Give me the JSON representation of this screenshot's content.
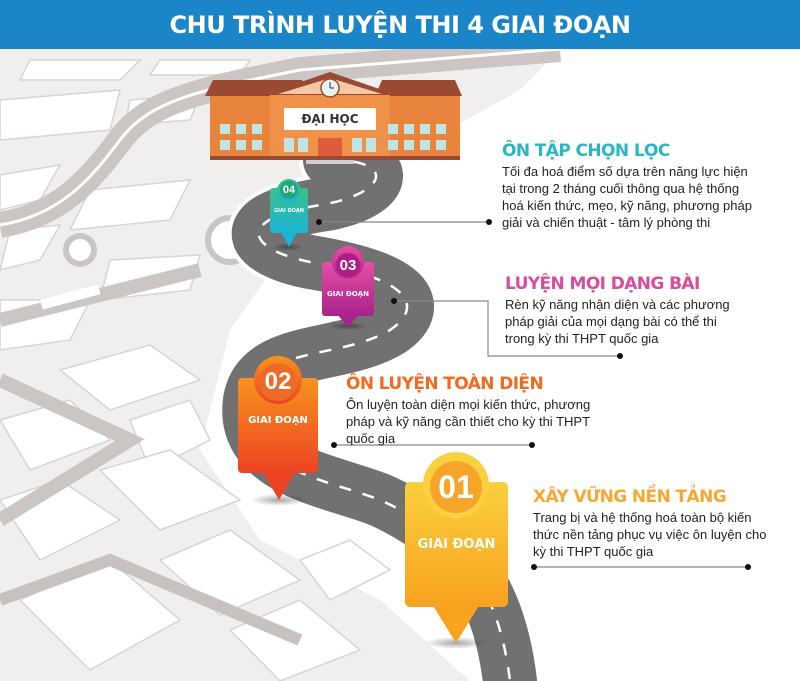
{
  "header": {
    "title": "CHU TRÌNH LUYỆN THI 4 GIAI ĐOẠN",
    "background": "#1a86c9"
  },
  "building": {
    "sign": "ĐẠI HỌC"
  },
  "pins": [
    {
      "number": "04",
      "label": "GIAI ĐOẠN",
      "color_top": "#3cc08a",
      "color_bottom": "#19b5d6"
    },
    {
      "number": "03",
      "label": "GIAI ĐOẠN",
      "color_top": "#e64fa3",
      "color_bottom": "#a8238e"
    },
    {
      "number": "02",
      "label": "GIAI ĐOẠN",
      "color_top": "#f7931e",
      "color_bottom": "#ee4323"
    },
    {
      "number": "01",
      "label": "GIAI ĐOẠN",
      "color_top": "#f9d03f",
      "color_bottom": "#f9a21f"
    }
  ],
  "steps": [
    {
      "title": "ÔN TẬP CHỌN LỌC",
      "color": "#2bb5c8",
      "lines": [
        "Tối đa hoá điểm số dựa trên năng lực hiện",
        "tại trong 2 tháng cuối thông qua hệ thống",
        "hoá kiến thức, mẹo, kỹ năng, phương pháp",
        "giải và chiến thuật - tâm lý phòng thi"
      ]
    },
    {
      "title": "LUYỆN MỌI DẠNG BÀI",
      "color": "#d84b9f",
      "lines": [
        "Rèn kỹ năng nhận diện và các phương",
        "pháp giải của mọi dạng bài có thể thi",
        "trong kỳ thi THPT quốc gia"
      ]
    },
    {
      "title": "ÔN LUYỆN TOÀN DIỆN",
      "color": "#f26a21",
      "lines": [
        "Ôn luyện toàn diện mọi kiến thức, phương",
        "pháp và kỹ năng cần thiết cho kỳ thi THPT",
        "quốc gia"
      ]
    },
    {
      "title": "XÂY VỮNG NỀN TẢNG",
      "color": "#f7a833",
      "lines": [
        "Trang bị và hệ thống hoá toàn bộ kiến",
        "thức nền tảng phục vụ việc ôn luyện cho",
        "kỳ thi THPT quốc gia"
      ]
    }
  ]
}
